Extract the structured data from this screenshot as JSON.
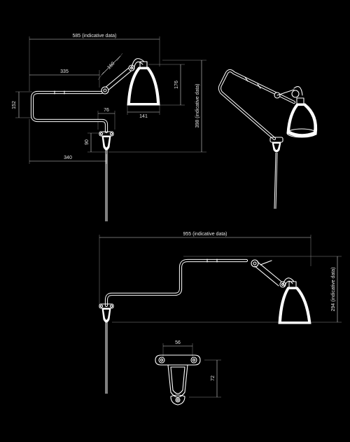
{
  "dimensions": {
    "view_top_left": {
      "overall_width": "585 (indicative data)",
      "overall_height": "398 (indicative data)",
      "arm_length": "335",
      "link_length": "160",
      "shade_height": "176",
      "shade_diameter": "141",
      "arm_rise": "152",
      "mount_width": "76",
      "mount_height": "90",
      "base_offset": "340"
    },
    "view_bottom": {
      "overall_width": "955 (indicative data)",
      "overall_height": "294 (indicative data)"
    },
    "view_bracket": {
      "bracket_width": "56",
      "bracket_height": "72"
    }
  },
  "colors": {
    "background": "#000000",
    "lines": "#ffffff"
  }
}
